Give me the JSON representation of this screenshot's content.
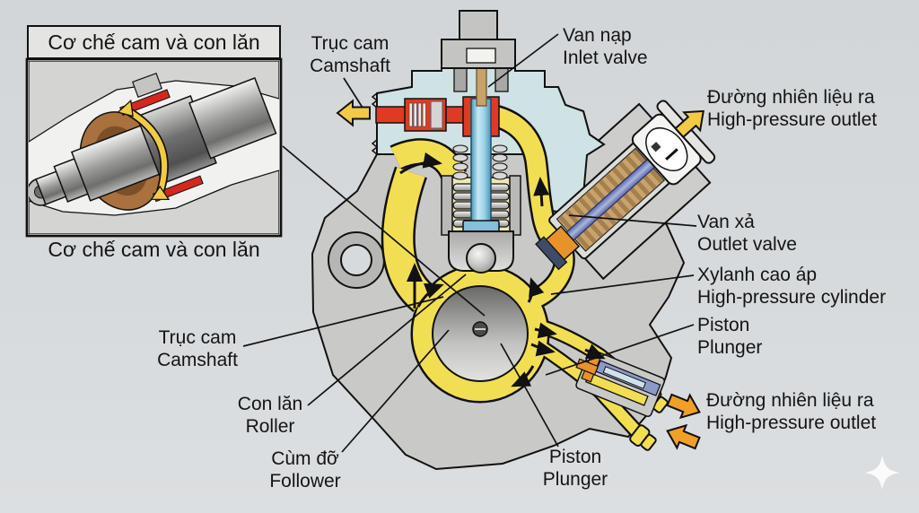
{
  "inset": {
    "title": "Cơ chế cam và con lăn",
    "caption": "Cơ chế cam và con lăn"
  },
  "labels": {
    "camshaft_top": {
      "vi": "Trục cam",
      "en": "Camshaft"
    },
    "inlet_valve": {
      "vi": "Van nạp",
      "en": "Inlet valve"
    },
    "outlet_top": {
      "vi": "Đường nhiên liệu ra",
      "en": "High-pressure outlet"
    },
    "outlet_valve": {
      "vi": "Van xả",
      "en": "Outlet valve"
    },
    "hp_cylinder": {
      "vi": "Xylanh cao áp",
      "en": "High-pressure cylinder"
    },
    "piston_right": {
      "vi": "Piston",
      "en": "Plunger"
    },
    "outlet_bottom": {
      "vi": "Đường nhiên liệu ra",
      "en": "High-pressure outlet"
    },
    "camshaft_bottom": {
      "vi": "Trục cam",
      "en": "Camshaft"
    },
    "roller": {
      "vi": "Con lăn",
      "en": "Roller"
    },
    "follower": {
      "vi": "Cùm đỡ",
      "en": "Follower"
    },
    "piston_bottom": {
      "vi": "Piston",
      "en": "Plunger"
    }
  },
  "icons": {
    "sparkle_watermark": "four-point-star",
    "flow_direction": "black-curved-arrows",
    "fuel_low_pressure_arrow": "yellow-block-arrow",
    "fuel_high_pressure_arrows": "orange-block-arrows"
  },
  "colors": {
    "background": "#d4d8da",
    "body_gray": "#c9c9c7",
    "head_blue": "#cfe2e4",
    "fuel_yellow": "#f2de52",
    "chamber_pale": "#efe8b4",
    "return_red": "#df3a23",
    "plunger_blue": "#9ed4e8",
    "valve_orange": "#e8922c",
    "arrow_yellow": "#f2ca45",
    "arrow_orange": "#f0a028",
    "bearing_copper": "#a8713d",
    "outline": "#111111"
  }
}
